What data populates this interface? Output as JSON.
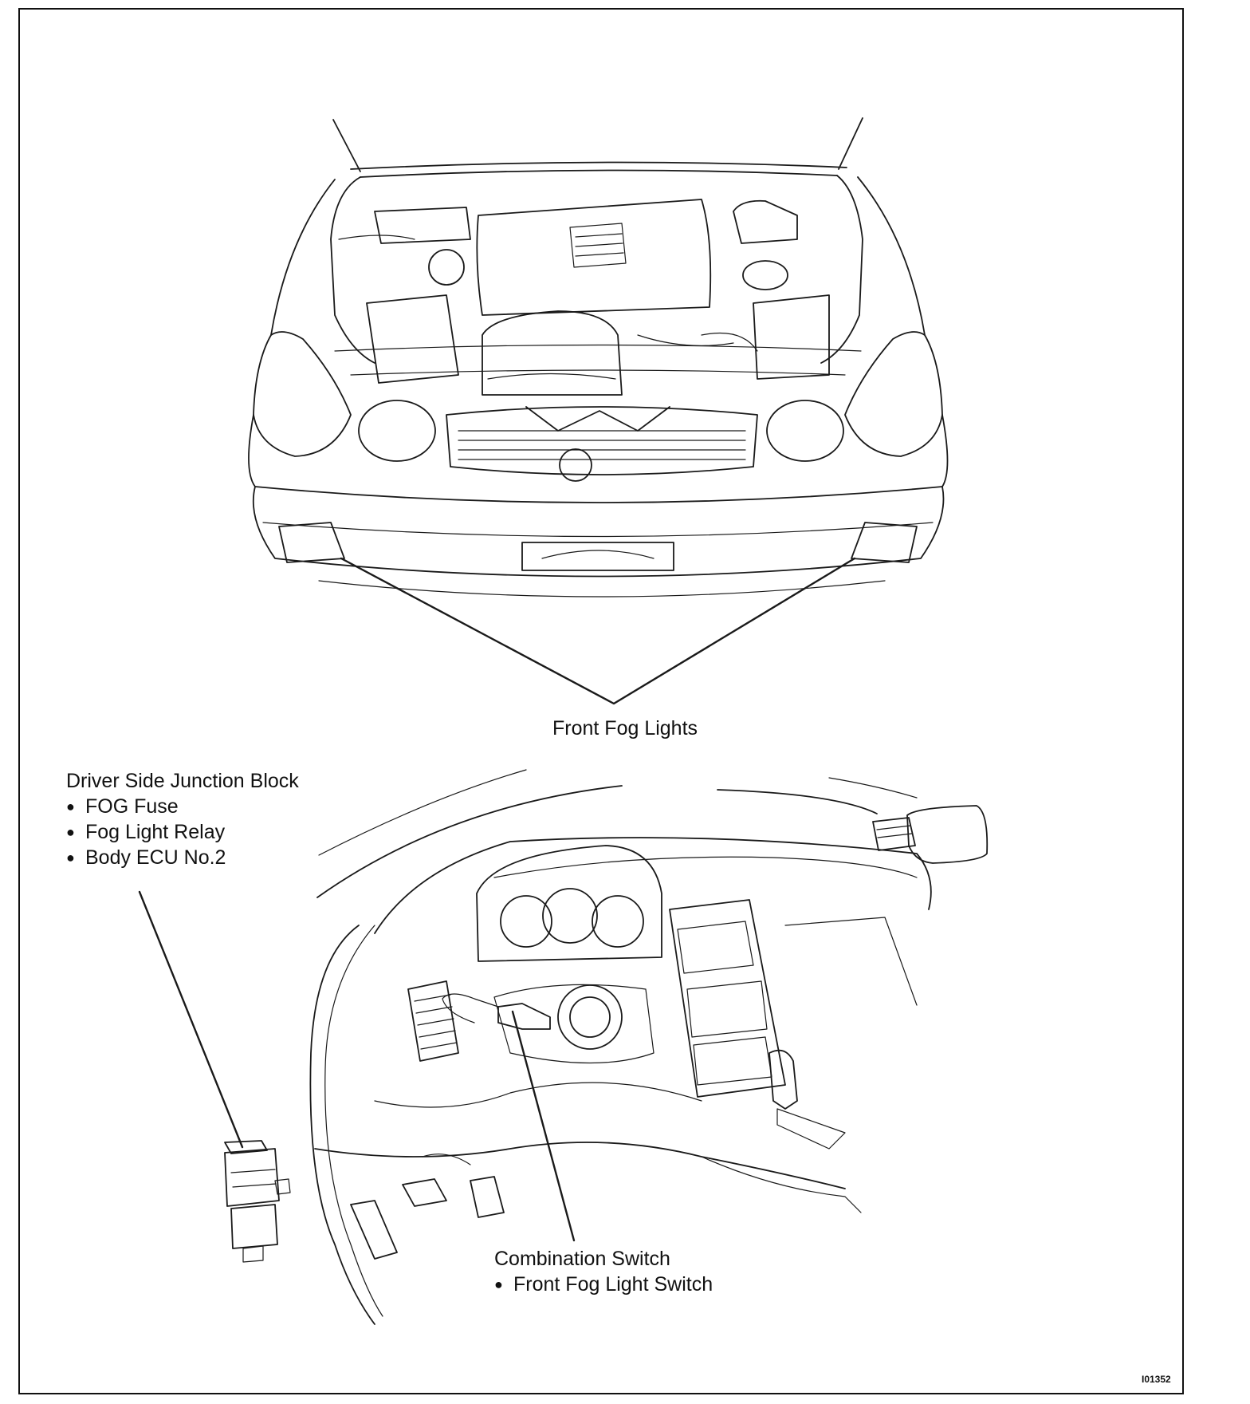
{
  "diagram": {
    "front_fog_lights_label": "Front Fog Lights",
    "junction_block": {
      "title": "Driver Side Junction Block",
      "items": [
        "FOG Fuse",
        "Fog Light Relay",
        "Body ECU No.2"
      ]
    },
    "combination_switch": {
      "title": "Combination Switch",
      "items": [
        "Front Fog Light Switch"
      ]
    },
    "figure_id": "I01352"
  }
}
